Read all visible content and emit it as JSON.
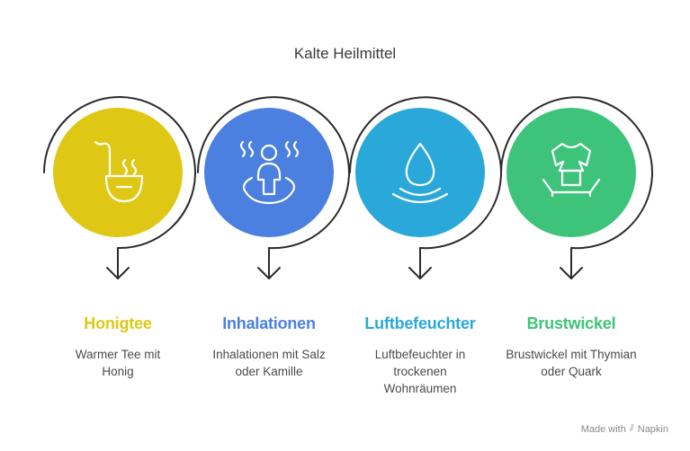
{
  "title": "Kalte Heilmittel",
  "steps": [
    {
      "heading": "Honigtee",
      "description": "Warmer Tee mit Honig",
      "color": "#DFC815",
      "icon": "honey-dipper-icon"
    },
    {
      "heading": "Inhalationen",
      "description": "Inhalationen mit Salz oder Kamille",
      "color": "#4B80E0",
      "icon": "steam-inhalation-icon"
    },
    {
      "heading": "Luftbefeuchter",
      "description": "Luftbefeuchter in trockenen Wohnräumen",
      "color": "#2AA8DA",
      "icon": "water-drop-icon"
    },
    {
      "heading": "Brustwickel",
      "description": "Brustwickel mit Thymian oder Quark",
      "color": "#3DC47A",
      "icon": "chest-wrap-icon"
    }
  ],
  "footer": {
    "made_with": "Made with",
    "brand": "Napkin"
  }
}
